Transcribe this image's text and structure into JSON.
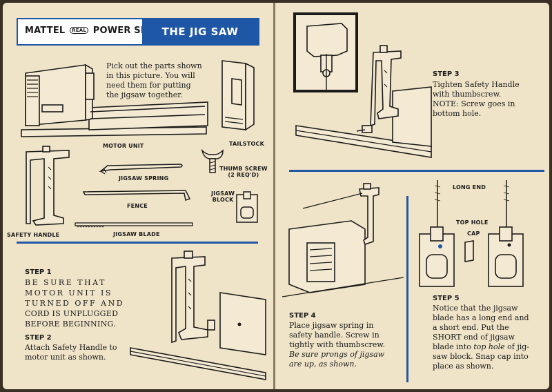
{
  "left_page": {
    "brand": {
      "pre": "MATTEL",
      "real_badge": "REAL",
      "post": "POWER SHOP"
    },
    "title": "THE JIG SAW",
    "intro": "Pick out the parts shown in this picture. You will need them for putting the jigsaw together.",
    "parts": {
      "motor_unit": "MOTOR UNIT",
      "tailstock": "TAILSTOCK",
      "thumb_screw": "THUMB SCREW",
      "thumb_screw_qty": "(2 REQ'D)",
      "jigsaw_spring": "JIGSAW SPRING",
      "fence": "FENCE",
      "jigsaw_block_l1": "JIGSAW",
      "jigsaw_block_l2": "BLOCK",
      "safety_handle": "SAFETY HANDLE",
      "jigsaw_blade": "JIGSAW BLADE"
    },
    "step1": {
      "heading": "STEP 1",
      "lines": [
        "BE SURE THAT",
        "MOTOR UNIT IS",
        "TURNED OFF AND",
        "CORD IS UNPLUGGED",
        "BEFORE BEGINNING."
      ]
    },
    "step2": {
      "heading": "STEP 2",
      "lines": [
        "Attach Safety Handle to",
        "motor unit as shown."
      ]
    }
  },
  "right_page": {
    "step3": {
      "heading": "STEP 3",
      "lines": [
        "Tighten Safety Handle",
        "with thumbscrew.",
        "NOTE: Screw goes in",
        "bottom hole."
      ]
    },
    "step4": {
      "heading": "STEP 4",
      "lines": [
        "Place jigsaw spring in",
        "safety handle. Screw in",
        "tightly with thumbscrew."
      ],
      "italic_lines": [
        "Be sure prongs of jigsaw",
        "are up, as shown."
      ]
    },
    "step5": {
      "heading": "STEP 5",
      "lines": [
        "Notice that the jigsaw",
        "blade has a long end and",
        "a short end. Put the",
        "SHORT end of jigsaw"
      ],
      "mixed_line": {
        "pre": "blade into ",
        "italic": "top hole",
        "post": " of jig-"
      },
      "tail_lines": [
        "saw block. Snap cap into",
        "place as shown."
      ]
    },
    "callouts": {
      "long_end": "LONG END",
      "top_hole": "TOP HOLE",
      "cap": "CAP"
    }
  },
  "colors": {
    "accent_blue": "#1e57a6",
    "paper": "#efe3c8",
    "ink": "#1b1b1b"
  }
}
